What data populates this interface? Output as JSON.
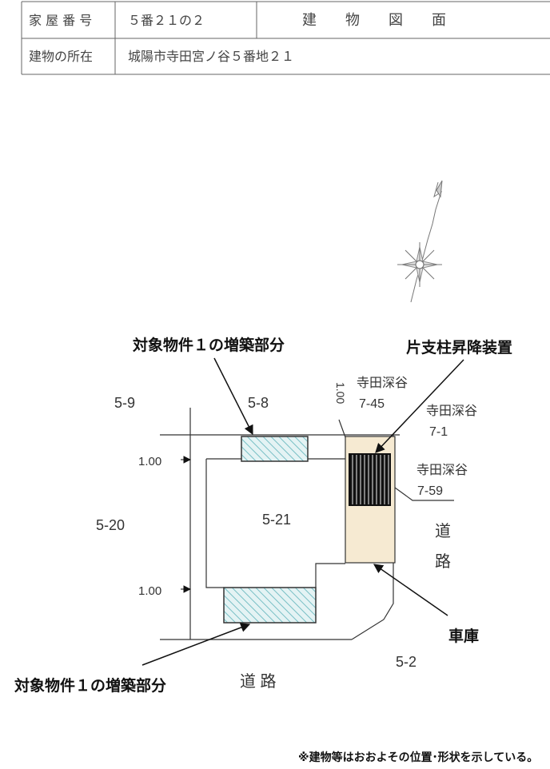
{
  "header": {
    "house_number_label": "家 屋 番 号",
    "house_number_value": "５番２１の２",
    "title": "建　　物　　図　　面",
    "location_label": "建物の所在",
    "location_value": "城陽市寺田宮ノ谷５番地２１"
  },
  "plan": {
    "lots": {
      "lot_5_9": "5-9",
      "lot_5_8": "5-8",
      "lot_5_20": "5-20",
      "lot_5_21": "5-21",
      "lot_5_2": "5-2"
    },
    "parcels": {
      "terada_745_name": "寺田深谷",
      "terada_745_num": "7-45",
      "terada_71_name": "寺田深谷",
      "terada_71_num": "7-1",
      "terada_759_name": "寺田深谷",
      "terada_759_num": "7-59"
    },
    "dimensions": {
      "top_left": "1.00",
      "bottom_left": "1.00",
      "right_vertical": "1.00"
    },
    "roads": {
      "road_right_1": "道",
      "road_right_2": "路",
      "road_bottom": "道 路"
    },
    "callouts": {
      "extension_top": "対象物件１の増築部分",
      "lift_device": "片支柱昇降装置",
      "garage": "車庫",
      "extension_bottom": "対象物件１の増築部分"
    }
  },
  "footer_note": "※建物等はおおよその位置･形状を示している。",
  "colors": {
    "hatch": "#7fc3c8",
    "hatch_fill": "#d9eef0",
    "garage_fill": "#f6ead2",
    "lift_fill": "#111111",
    "line": "#333333"
  }
}
